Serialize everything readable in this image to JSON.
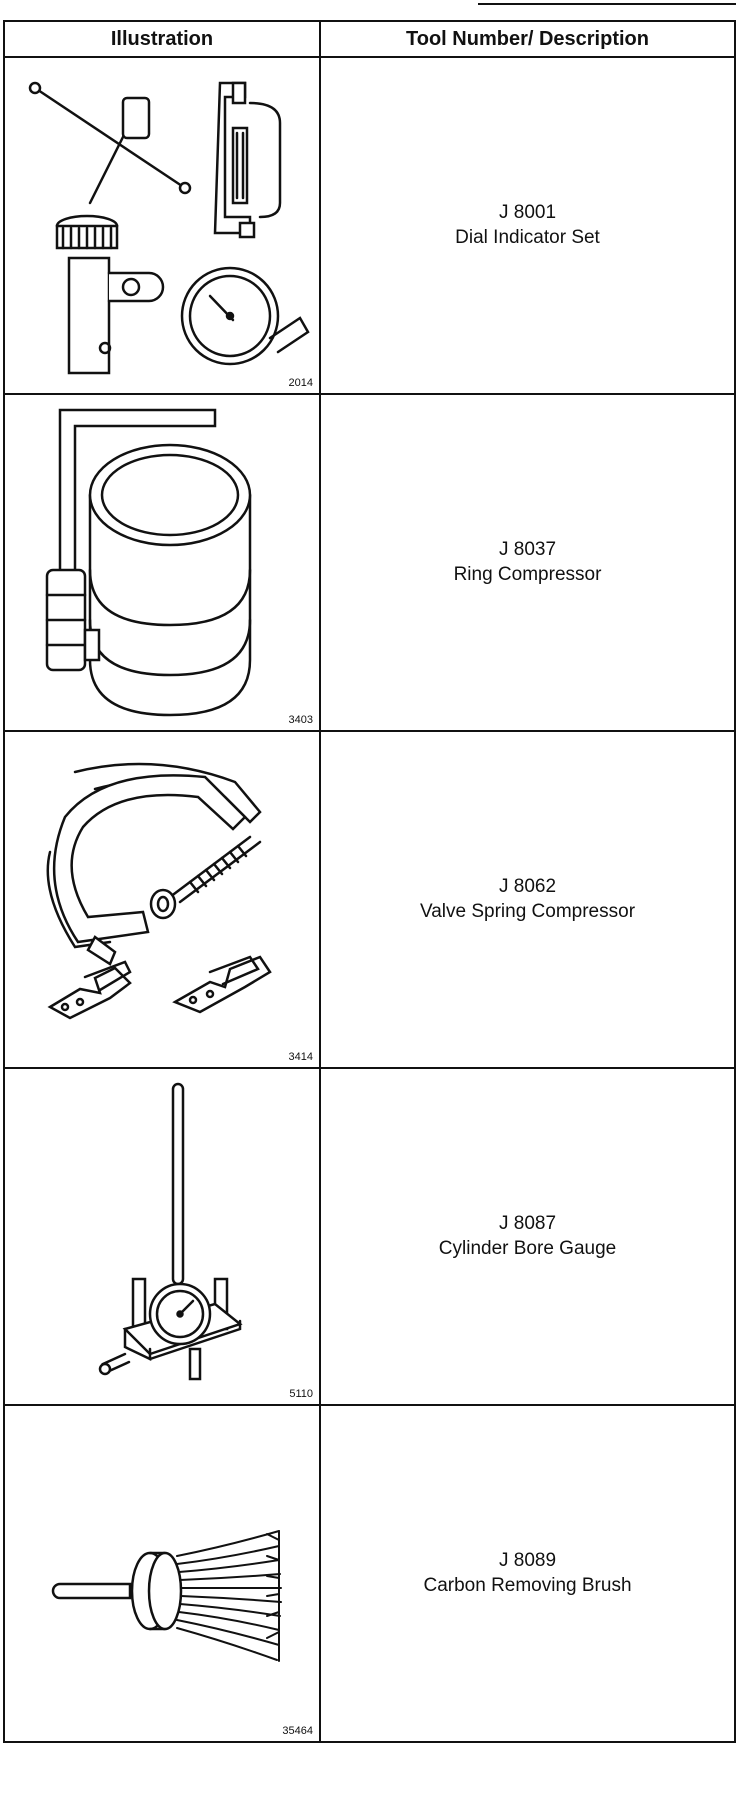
{
  "table": {
    "headers": [
      "Illustration",
      "Tool Number/ Description"
    ],
    "rows": [
      {
        "figure": "2014",
        "number": "J 8001",
        "description": "Dial Indicator Set",
        "icon": "dial-indicator-set-icon"
      },
      {
        "figure": "3403",
        "number": "J 8037",
        "description": "Ring Compressor",
        "icon": "ring-compressor-icon"
      },
      {
        "figure": "3414",
        "number": "J 8062",
        "description": "Valve Spring Compressor",
        "icon": "valve-spring-compressor-icon"
      },
      {
        "figure": "5110",
        "number": "J 8087",
        "description": "Cylinder Bore Gauge",
        "icon": "cylinder-bore-gauge-icon"
      },
      {
        "figure": "35464",
        "number": "J 8089",
        "description": "Carbon Removing Brush",
        "icon": "carbon-removing-brush-icon"
      }
    ]
  }
}
